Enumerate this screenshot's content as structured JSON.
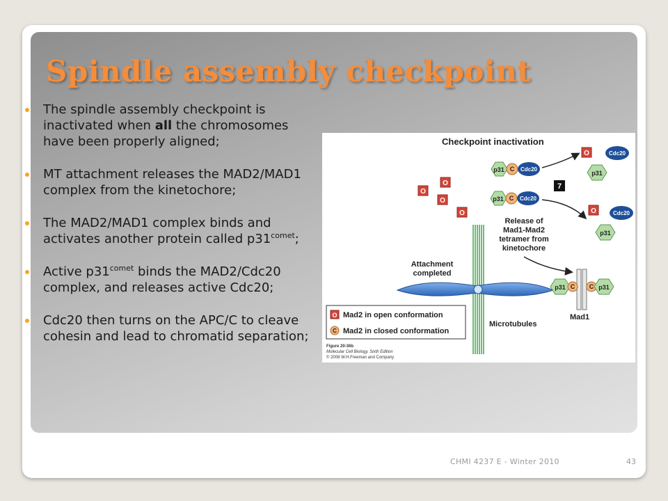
{
  "slide": {
    "title": "Spindle assembly checkpoint",
    "bullets": [
      {
        "pre": "The spindle assembly checkpoint is inactivated when ",
        "bold": "all",
        "post": " the chromosomes have been properly aligned;"
      },
      {
        "pre": "MT attachment releases the MAD2/MAD1 complex from the kinetochore;"
      },
      {
        "pre": "The MAD2/MAD1 complex binds and activates another protein called p31",
        "sup": "comet",
        "post": ";"
      },
      {
        "pre": "Active p31",
        "sup": "comet",
        "post": " binds the MAD2/Cdc20 complex, and releases active Cdc20;"
      },
      {
        "pre": "Cdc20 then turns on the APC/C to cleave cohesin and lead to chromatid separation;"
      }
    ],
    "footer": "CHMI 4237 E - Winter 2010",
    "page_number": "43"
  },
  "figure": {
    "heading": "Checkpoint inactivation",
    "step_number": "7",
    "labels": {
      "release": [
        "Release of",
        "Mad1-Mad2",
        "tetramer from",
        "kinetochore"
      ],
      "attachment": [
        "Attachment",
        "completed"
      ],
      "microtubules": "Microtubules",
      "mad1": "Mad1"
    },
    "protein_labels": {
      "o": "O",
      "c": "C",
      "cdc20": "Cdc20",
      "p31": "p31"
    },
    "legend": [
      {
        "symbol": "O",
        "text": "Mad2 in open conformation"
      },
      {
        "symbol": "C",
        "text": "Mad2 in closed conformation"
      }
    ],
    "caption": [
      "Figure 20-36b",
      "Molecular Cell Biology, Sixth Edition",
      "© 2008 W.H.Freeman and Company"
    ],
    "colors": {
      "open_mad2": "#d4453a",
      "closed_mad2": "#f2b37a",
      "cdc20": "#1f4f99",
      "p31": "#b3dca6",
      "chromosome": "#3d7ed1",
      "microtubule": "#4caa57"
    }
  }
}
